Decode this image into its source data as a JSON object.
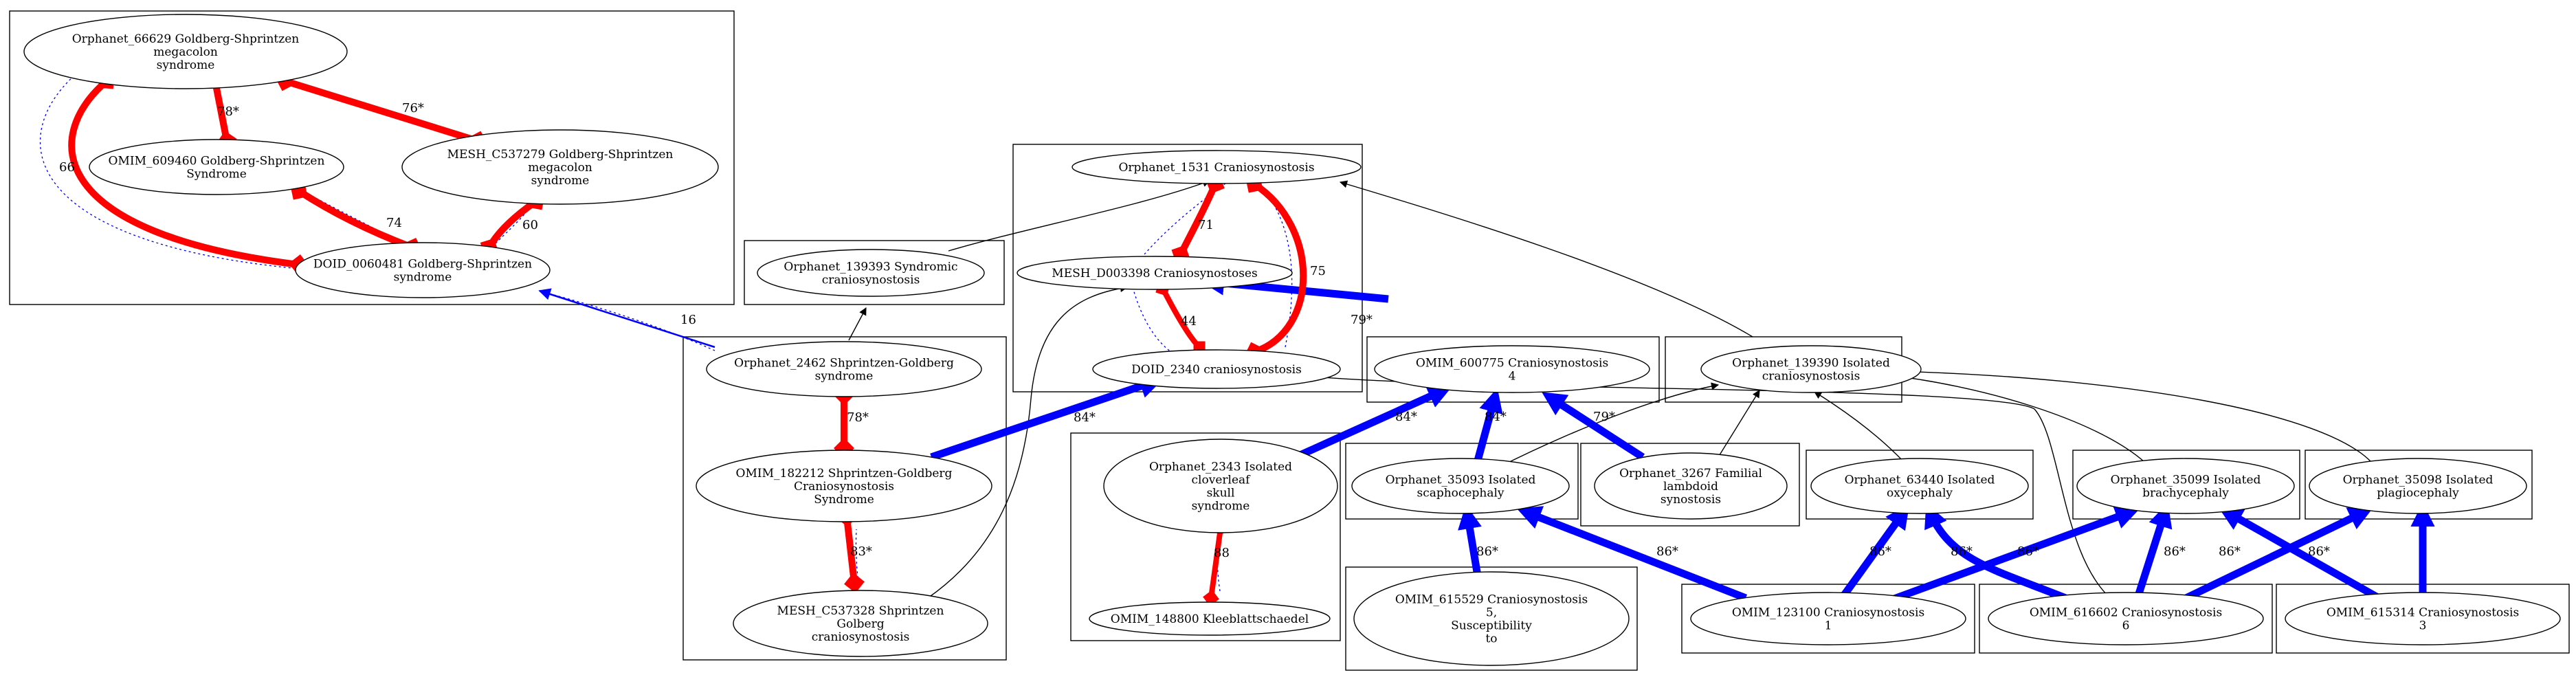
{
  "graph": {
    "nodes": [
      {
        "id": "n_orph66629",
        "lines": [
          "Orphanet_66629 Goldberg-Shprintzen",
          "megacolon",
          "syndrome"
        ]
      },
      {
        "id": "n_omim609460",
        "lines": [
          "OMIM_609460 Goldberg-Shprintzen",
          "Syndrome"
        ]
      },
      {
        "id": "n_mesh537279",
        "lines": [
          "MESH_C537279 Goldberg-Shprintzen",
          "megacolon",
          "syndrome"
        ]
      },
      {
        "id": "n_doid0060481",
        "lines": [
          "DOID_0060481 Goldberg-Shprintzen",
          "syndrome"
        ]
      },
      {
        "id": "n_orph139393",
        "lines": [
          "Orphanet_139393 Syndromic",
          "craniosynostosis"
        ]
      },
      {
        "id": "n_orph1531",
        "lines": [
          "Orphanet_1531 Craniosynostosis"
        ]
      },
      {
        "id": "n_meshd003398",
        "lines": [
          "MESH_D003398 Craniosynostoses"
        ]
      },
      {
        "id": "n_doid2340",
        "lines": [
          "DOID_2340 craniosynostosis"
        ]
      },
      {
        "id": "n_orph2462",
        "lines": [
          "Orphanet_2462 Shprintzen-Goldberg",
          "syndrome"
        ]
      },
      {
        "id": "n_omim182212",
        "lines": [
          "OMIM_182212 Shprintzen-Goldberg",
          "Craniosynostosis",
          "Syndrome"
        ]
      },
      {
        "id": "n_mesh537328",
        "lines": [
          "MESH_C537328 Shprintzen",
          "Golberg",
          "craniosynostosis"
        ]
      },
      {
        "id": "n_orph2343",
        "lines": [
          "Orphanet_2343 Isolated",
          "cloverleaf",
          "skull",
          "syndrome"
        ]
      },
      {
        "id": "n_omim148800",
        "lines": [
          "OMIM_148800 Kleeblattschaedel"
        ]
      },
      {
        "id": "n_omim600775",
        "lines": [
          "OMIM_600775 Craniosynostosis",
          "4"
        ]
      },
      {
        "id": "n_orph139390",
        "lines": [
          "Orphanet_139390 Isolated",
          "craniosynostosis"
        ]
      },
      {
        "id": "n_orph35093",
        "lines": [
          "Orphanet_35093 Isolated",
          "scaphocephaly"
        ]
      },
      {
        "id": "n_orph3267",
        "lines": [
          "Orphanet_3267 Familial",
          "lambdoid",
          "synostosis"
        ]
      },
      {
        "id": "n_orph63440",
        "lines": [
          "Orphanet_63440 Isolated",
          "oxycephaly"
        ]
      },
      {
        "id": "n_orph35099",
        "lines": [
          "Orphanet_35099 Isolated",
          "brachycephaly"
        ]
      },
      {
        "id": "n_orph35098",
        "lines": [
          "Orphanet_35098 Isolated",
          "plagiocephaly"
        ]
      },
      {
        "id": "n_omim615529",
        "lines": [
          "OMIM_615529 Craniosynostosis",
          "5,",
          "Susceptibility",
          "to"
        ]
      },
      {
        "id": "n_omim123100",
        "lines": [
          "OMIM_123100 Craniosynostosis",
          "1"
        ]
      },
      {
        "id": "n_omim616602",
        "lines": [
          "OMIM_616602 Craniosynostosis",
          "6"
        ]
      },
      {
        "id": "n_omim615314",
        "lines": [
          "OMIM_615314 Craniosynostosis",
          "3"
        ]
      }
    ],
    "edge_labels": [
      "78*",
      "76*",
      "66",
      "74",
      "60",
      "71",
      "75",
      "44",
      "79*",
      "16",
      "78*",
      "84*",
      "83*",
      "88",
      "84*",
      "84*",
      "79*",
      "86*",
      "86*",
      "86*",
      "86*",
      "86*",
      "86*",
      "86*",
      "86*"
    ],
    "colors": {
      "red": "#ff0000",
      "blue": "#0000ff",
      "black": "#000000",
      "background": "#ffffff"
    }
  }
}
